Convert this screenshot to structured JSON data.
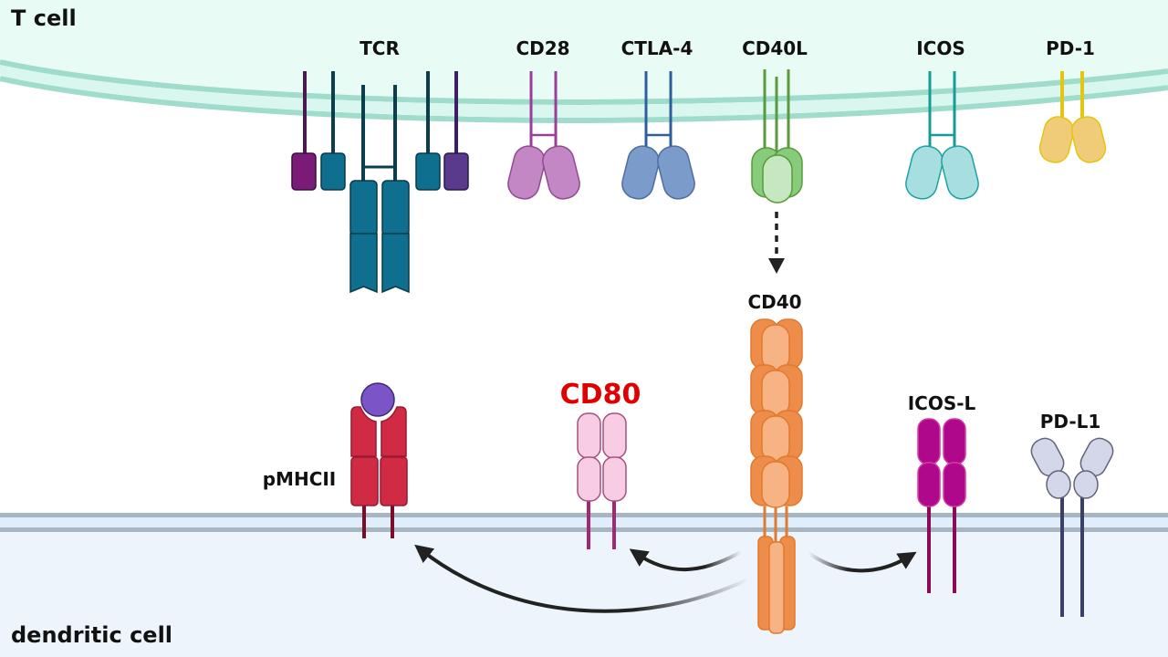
{
  "title": "T cell – dendritic cell receptor/ligand interactions",
  "cells": {
    "top": "T cell",
    "bottom": "dendritic cell"
  },
  "tcell_receptors": [
    {
      "id": "tcr",
      "label": "TCR",
      "color": "#0e6f8e"
    },
    {
      "id": "cd28",
      "label": "CD28",
      "color": "#c287c4"
    },
    {
      "id": "ctla4",
      "label": "CTLA-4",
      "color": "#7b9ccb"
    },
    {
      "id": "cd40l",
      "label": "CD40L",
      "color": "#86cc7a"
    },
    {
      "id": "icos",
      "label": "ICOS",
      "color": "#a7dfe0"
    },
    {
      "id": "pd1",
      "label": "PD-1",
      "color": "#f0cc78"
    }
  ],
  "dc_ligands": [
    {
      "id": "pmhcii",
      "label": "pMHCII",
      "color": "#d12a45"
    },
    {
      "id": "cd80",
      "label": "CD80",
      "color": "#f8cde4",
      "highlight_color": "#e00000"
    },
    {
      "id": "cd40",
      "label": "CD40",
      "color": "#ee8c4a"
    },
    {
      "id": "icosl",
      "label": "ICOS-L",
      "color": "#b0088a"
    },
    {
      "id": "pdl1",
      "label": "PD-L1",
      "color": "#d4d6ea"
    }
  ],
  "arrows": [
    {
      "from": "CD40L",
      "to": "CD40",
      "style": "dashed"
    },
    {
      "from": "CD40",
      "to": "pMHCII",
      "style": "solid"
    },
    {
      "from": "CD40",
      "to": "CD80",
      "style": "solid"
    },
    {
      "from": "CD40",
      "to": "ICOS-L",
      "style": "solid"
    }
  ],
  "colors": {
    "tcell_fill": "#e8fcf5",
    "tcell_membrane": "#9fdccb",
    "dc_fill": "#edf4fc",
    "dc_membrane": "#a6b6c2",
    "highlight_label": "#e00000"
  }
}
